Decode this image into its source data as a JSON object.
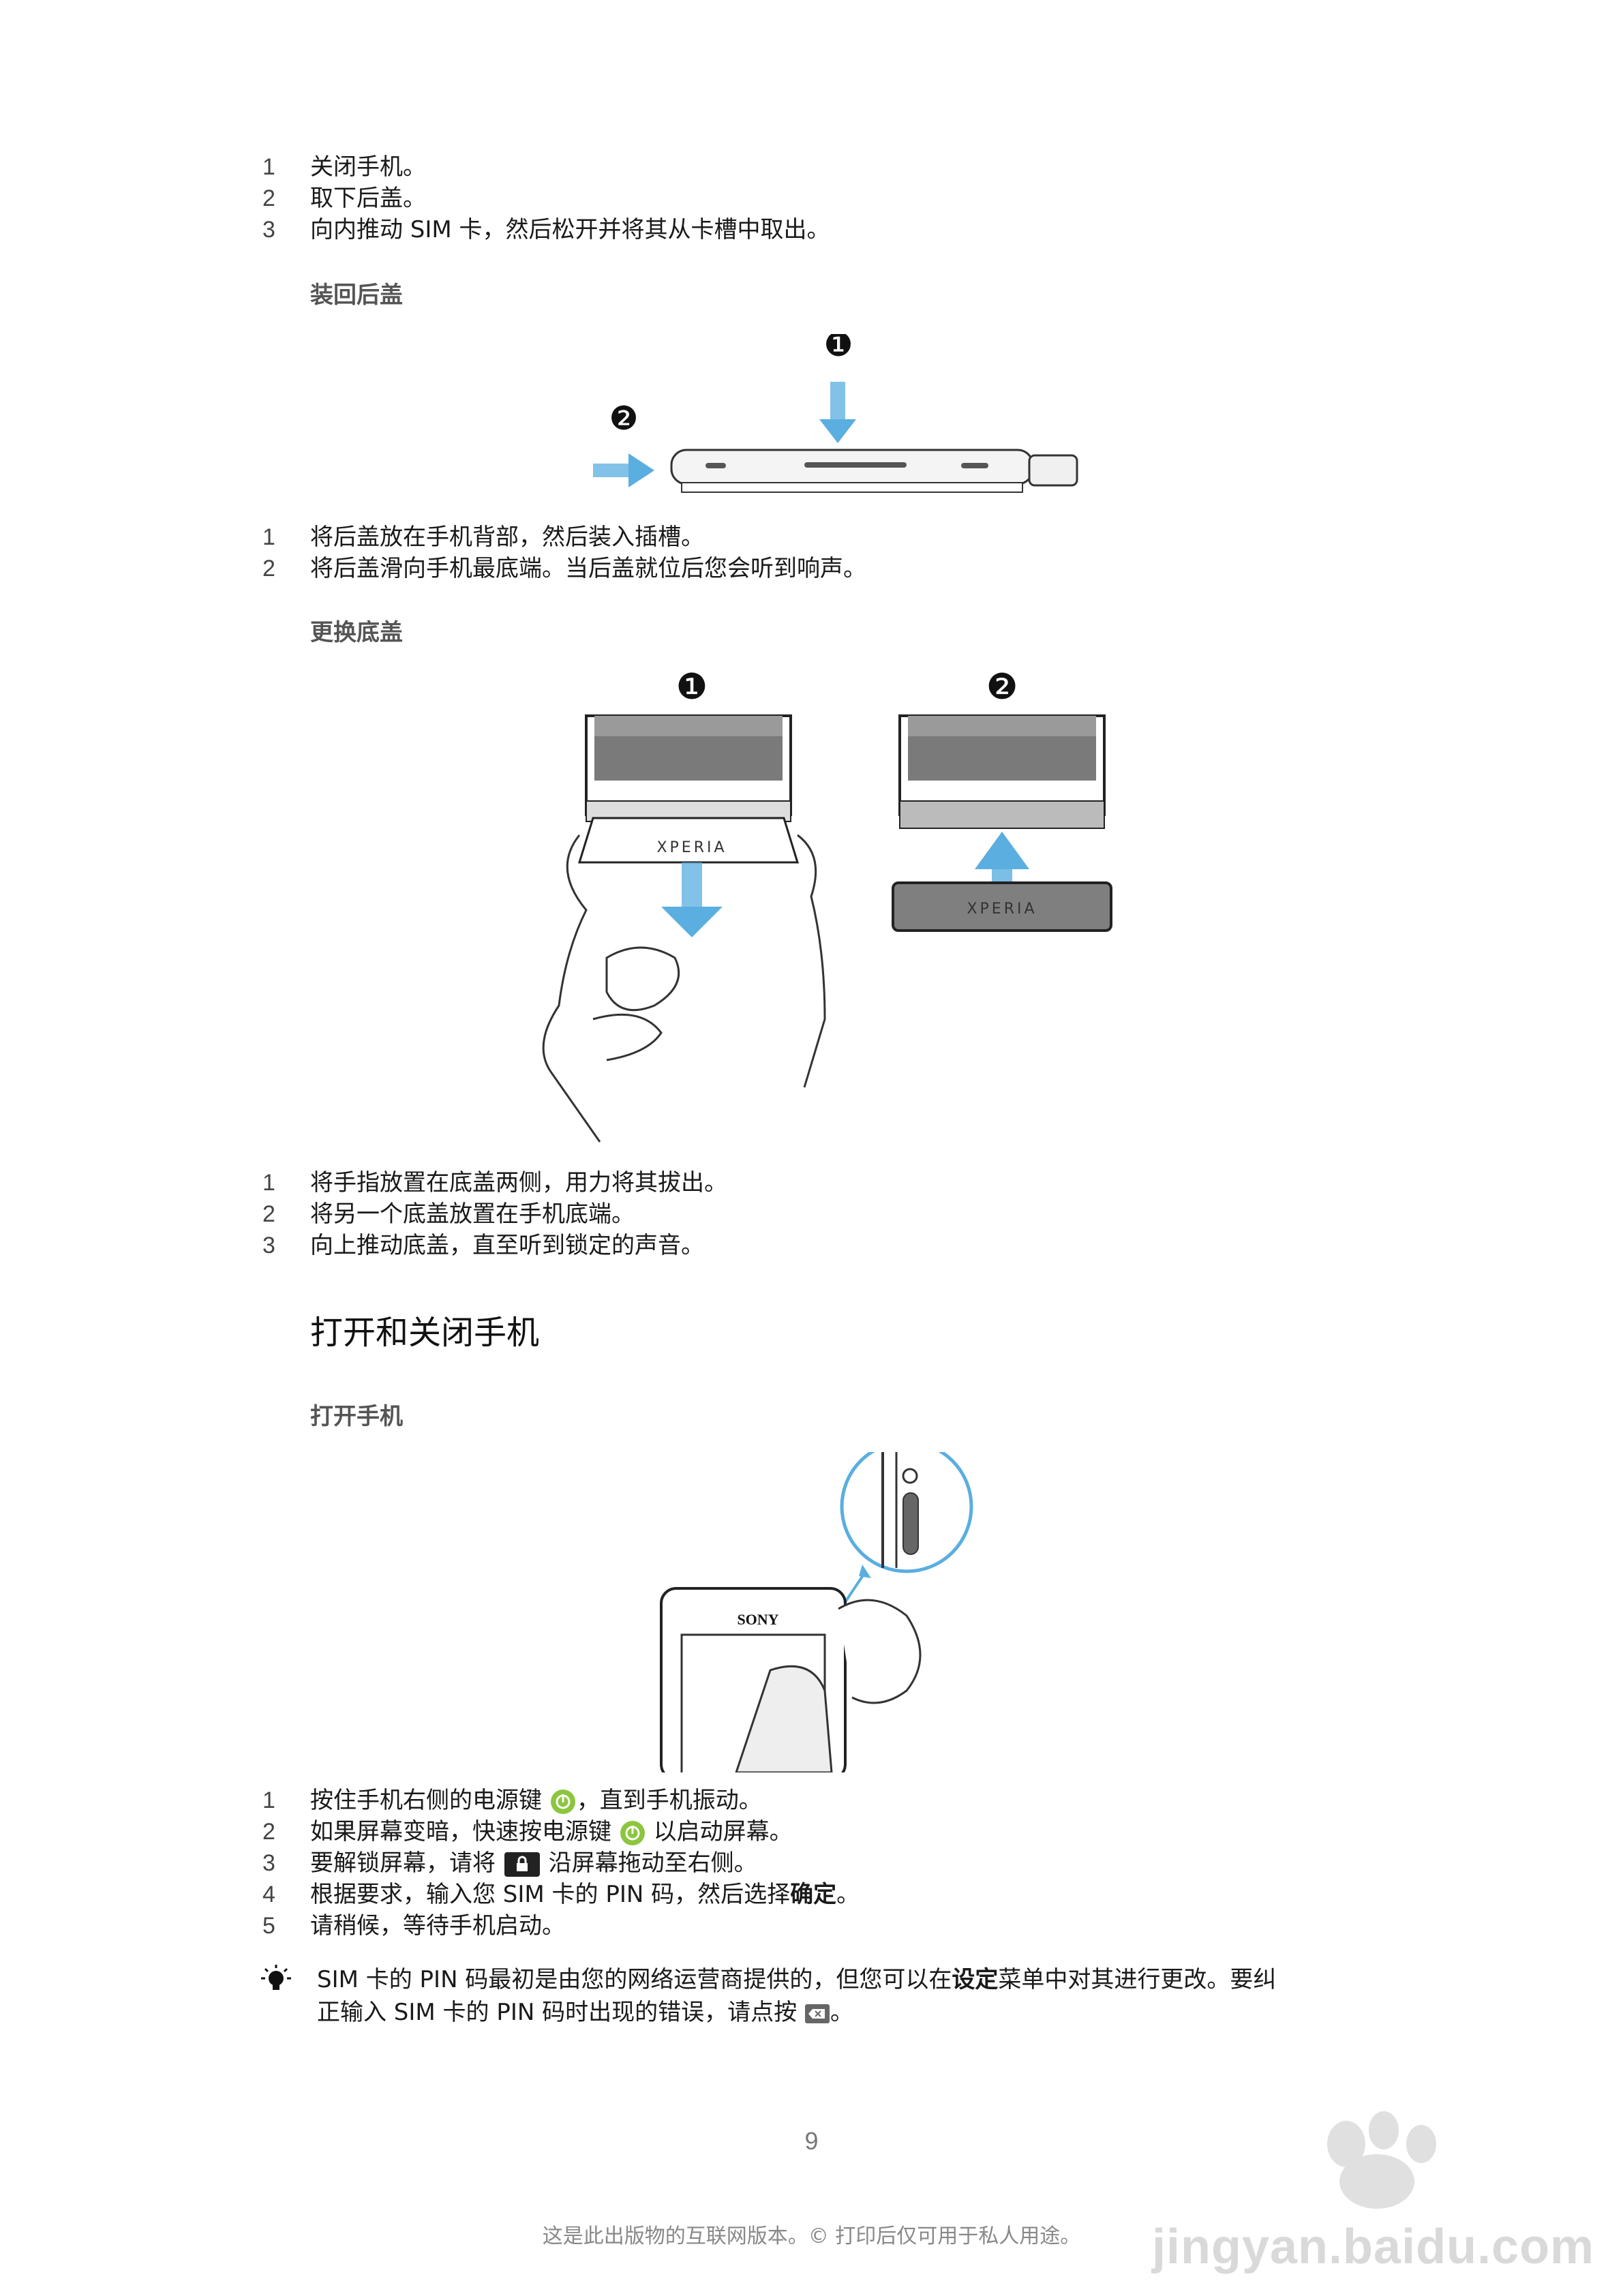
{
  "section1": {
    "steps": [
      {
        "n": "1",
        "text": "关闭手机。"
      },
      {
        "n": "2",
        "text": "取下后盖。"
      },
      {
        "n": "3",
        "text": "向内推动 SIM 卡，然后松开并将其从卡槽中取出。"
      }
    ]
  },
  "section2": {
    "title": "装回后盖",
    "markers": [
      "❶",
      "❷"
    ],
    "steps": [
      {
        "n": "1",
        "text": "将后盖放在手机背部，然后装入插槽。"
      },
      {
        "n": "2",
        "text": "将后盖滑向手机最底端。当后盖就位后您会听到响声。"
      }
    ]
  },
  "section3": {
    "title": "更换底盖",
    "markers": [
      "❶",
      "❷"
    ],
    "cover_label": "XPERIA",
    "steps": [
      {
        "n": "1",
        "text": "将手指放置在底盖两侧，用力将其拔出。"
      },
      {
        "n": "2",
        "text": "将另一个底盖放置在手机底端。"
      },
      {
        "n": "3",
        "text": "向上推动底盖，直至听到锁定的声音。"
      }
    ]
  },
  "section4": {
    "heading": "打开和关闭手机",
    "title": "打开手机",
    "brand": "SONY",
    "steps": [
      {
        "n": "1",
        "a": "按住手机右侧的电源键 ",
        "b": "，直到手机振动。"
      },
      {
        "n": "2",
        "a": "如果屏幕变暗，快速按电源键 ",
        "b": " 以启动屏幕。"
      },
      {
        "n": "3",
        "a": "要解锁屏幕，请将 ",
        "b": " 沿屏幕拖动至右侧。"
      },
      {
        "n": "4",
        "a": "根据要求，输入您 SIM 卡的 PIN 码，然后选择",
        "bold": "确定",
        "b": "。"
      },
      {
        "n": "5",
        "text": "请稍候，等待手机启动。"
      }
    ]
  },
  "tip": {
    "line1_a": "SIM 卡的 PIN 码最初是由您的网络运营商提供的，但您可以在",
    "line1_bold": "设定",
    "line1_b": "菜单中对其进行更改。要纠",
    "line2_a": "正输入 SIM 卡的 PIN 码时出现的错误，请点按 ",
    "line2_b": "。"
  },
  "page_number": "9",
  "footer": "这是此出版物的互联网版本。© 打印后仅可用于私人用途。",
  "watermark": {
    "text": "jingyan.baidu.com"
  },
  "colors": {
    "arrow": "#5aaee0",
    "power_icon": "#8cc63f",
    "text": "#1a1a1a"
  }
}
